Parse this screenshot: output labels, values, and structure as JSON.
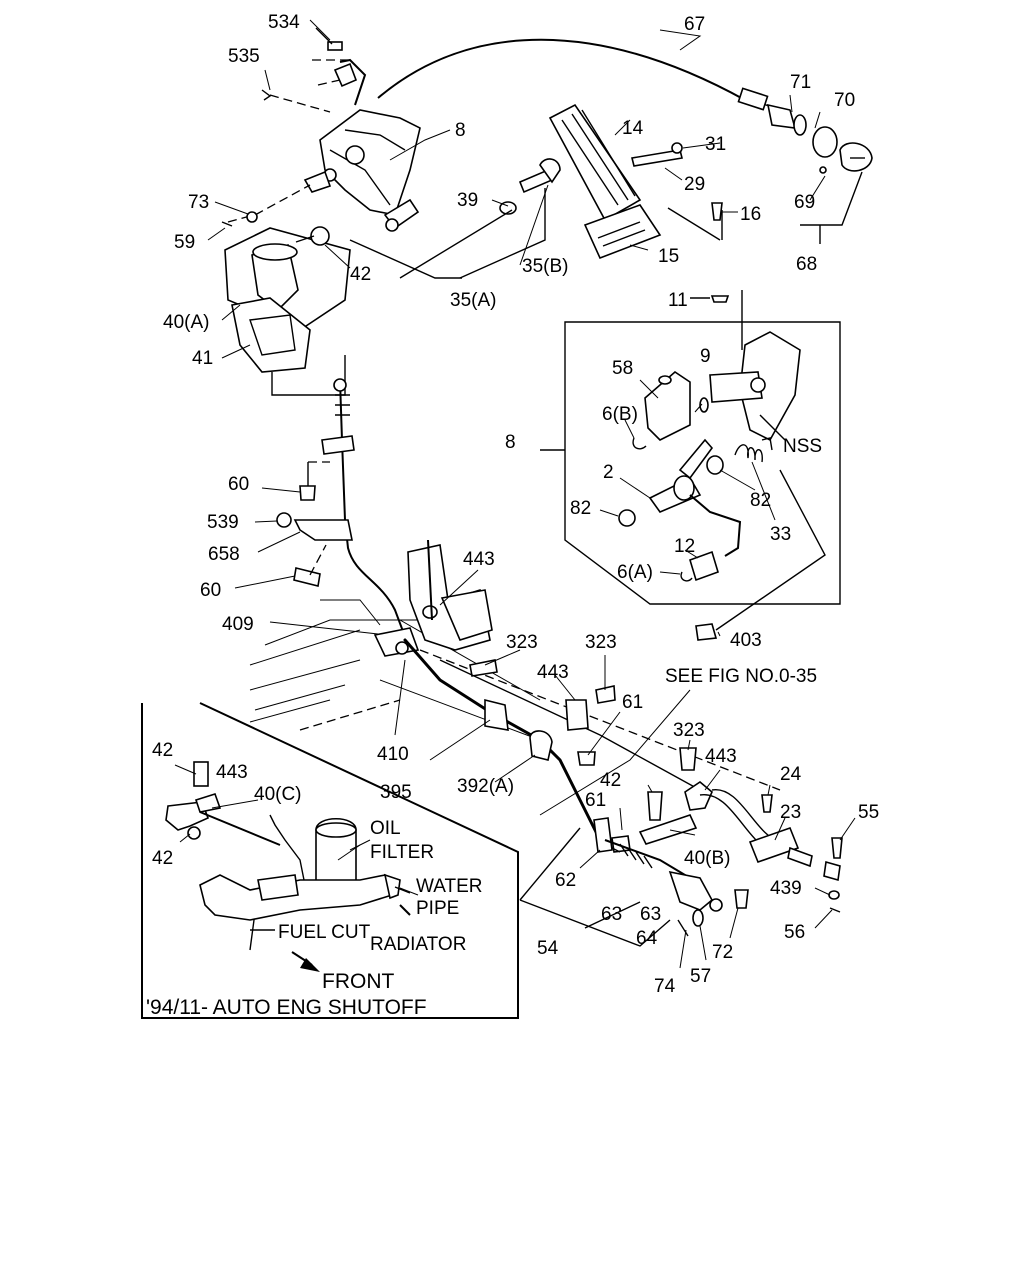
{
  "callouts": {
    "p534": "534",
    "p535": "535",
    "p67": "67",
    "p8": "8",
    "p71": "71",
    "p70": "70",
    "p14": "14",
    "p31": "31",
    "p29": "29",
    "p39": "39",
    "p73": "73",
    "p59": "59",
    "p42": "42",
    "p16": "16",
    "p69": "69",
    "p35b": "35(B)",
    "p15": "15",
    "p68": "68",
    "p35a": "35(A)",
    "p40a": "40(A)",
    "p41": "41",
    "p11": "11",
    "p9": "9",
    "p58": "58",
    "p6b": "6(B)",
    "p8b": "8",
    "nss": "NSS",
    "p2": "2",
    "p82a": "82",
    "p82b": "82",
    "p33": "33",
    "p12": "12",
    "p6a": "6(A)",
    "p403": "403",
    "p60a": "60",
    "p539": "539",
    "p658": "658",
    "p60b": "60",
    "p443a": "443",
    "p409": "409",
    "p323a": "323",
    "p323b": "323",
    "p443b": "443",
    "p61a": "61",
    "seefig": "SEE FIG NO.0-35",
    "p410": "410",
    "p395": "395",
    "p323c": "323",
    "p443c": "443",
    "p392a": "392(A)",
    "p42b": "42",
    "p24": "24",
    "p61b": "61",
    "p23": "23",
    "p55": "55",
    "p40b": "40(B)",
    "p62": "62",
    "p439": "439",
    "p63a": "63",
    "p63b": "63",
    "p72": "72",
    "p56": "56",
    "p64": "64",
    "p54": "54",
    "p74": "74",
    "p57": "57"
  },
  "inset": {
    "p42a": "42",
    "p443": "443",
    "p40c": "40(C)",
    "p42c": "42",
    "oil": "OIL",
    "filter": "FILTER",
    "water": "WATER",
    "pipe": "PIPE",
    "fuelcut": "FUEL CUT",
    "radiator": "RADIATOR",
    "front": "FRONT",
    "caption": "'94/11-  AUTO ENG SHUTOFF"
  }
}
